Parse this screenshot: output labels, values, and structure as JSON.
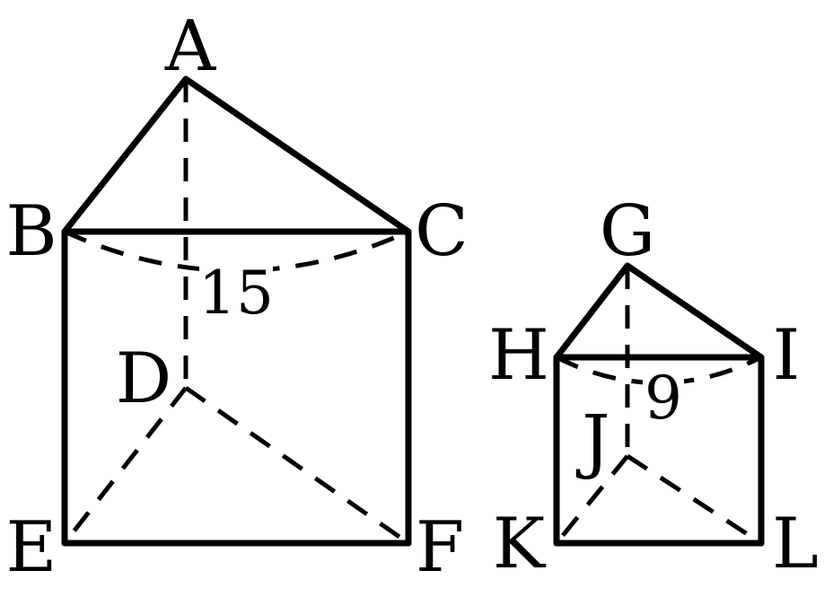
{
  "large_prism": {
    "vertices": {
      "A": "A",
      "B": "B",
      "C": "C",
      "D": "D",
      "E": "E",
      "F": "F"
    },
    "measure": "15"
  },
  "small_prism": {
    "vertices": {
      "G": "G",
      "H": "H",
      "I": "I",
      "J": "J",
      "K": "K",
      "L": "L"
    },
    "measure": "9"
  }
}
